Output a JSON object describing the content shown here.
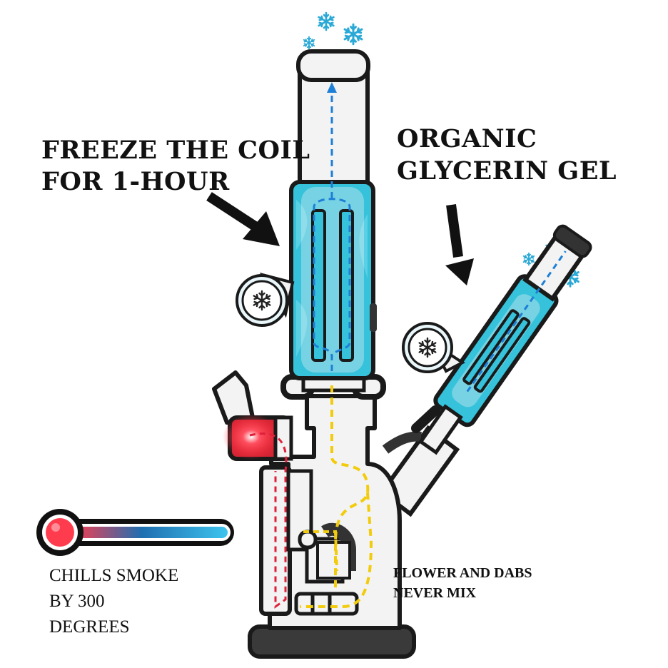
{
  "labels": {
    "freeze_line1": "FREEZE THE COIL",
    "freeze_line2": "FOR 1-HOUR",
    "gel_line1": "ORGANIC",
    "gel_line2": "GLYCERIN GEL",
    "chills_line1": "CHILLS SMOKE",
    "chills_line2": "BY 300",
    "chills_line3": "DEGREES",
    "mix_line1": "FLOWER AND DABS",
    "mix_line2": "NEVER MIX"
  },
  "icons": [
    "snowflake-icon",
    "thermometer-icon",
    "arrow-icon"
  ],
  "colors": {
    "outline": "#1a1a1a",
    "glass": "#f3f3f3",
    "gel": "#35c2da",
    "gel_dark": "#1a9fb8",
    "cold_path": "#1e7fd6",
    "flower_path": "#f2cc0c",
    "dab_path": "#e0203a",
    "banger_glow": "#ff2a3c",
    "snow": "#2ba9d6"
  }
}
